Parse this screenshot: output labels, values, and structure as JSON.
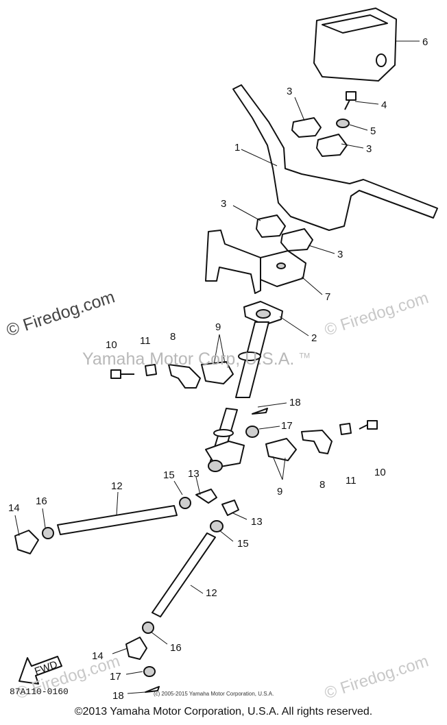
{
  "watermarks": {
    "firedog_left": "© Firedog.com",
    "yamaha_center": "Yamaha Motor Corp, U.S.A.",
    "tm": "TM",
    "firedog_right": "© Firedog.com",
    "firedog_bottom_right": "© Firedog.com",
    "firedog_bottom_left": "© Firedog.com"
  },
  "drawing_code": "87A110-0160",
  "small_copyright": "(c) 2005-2015 Yamaha Motor Corporation, U.S.A.",
  "copyright": "©2013 Yamaha Motor Corporation, U.S.A. All rights reserved.",
  "callouts": {
    "c1": "1",
    "c2": "2",
    "c3a": "3",
    "c3b": "3",
    "c3c": "3",
    "c3d": "3",
    "c4": "4",
    "c5": "5",
    "c6": "6",
    "c7": "7",
    "c8a": "8",
    "c8b": "8",
    "c9a": "9",
    "c9b": "9",
    "c10a": "10",
    "c10b": "10",
    "c11a": "11",
    "c11b": "11",
    "c12a": "12",
    "c12b": "12",
    "c13a": "13",
    "c13b": "13",
    "c14a": "14",
    "c14b": "14",
    "c15a": "15",
    "c15b": "15",
    "c16a": "16",
    "c16b": "16",
    "c17a": "17",
    "c17b": "17",
    "c18a": "18",
    "c18b": "18"
  },
  "fwd_label": "FWD"
}
